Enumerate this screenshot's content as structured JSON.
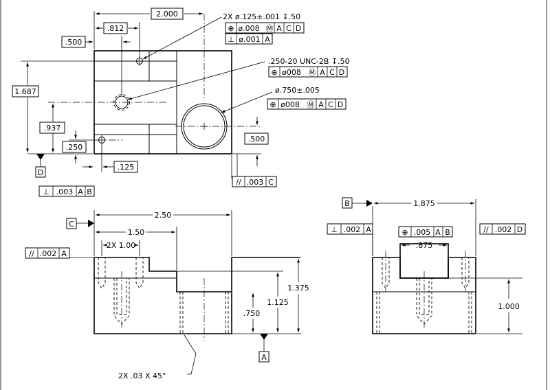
{
  "dims": {
    "top_2000": "2.000",
    "top_812": ".812",
    "top_500": ".500",
    "top_1687": "1.687",
    "top_937": ".937",
    "top_250": ".250",
    "top_125": ".125",
    "top_500b": ".500",
    "front_250": "2.50",
    "front_150": "1.50",
    "front_2x100": "2X 1.00",
    "front_1375": "1.375",
    "front_1125": "1.125",
    "front_750": ".750",
    "side_1875": "1.875",
    "side_875": ".875",
    "side_1000": "1.000"
  },
  "notes": {
    "hole1": "2X ø.125±.001 ↧.50",
    "thread": ".250-20 UNC-2B ↧.50",
    "bore": "ø.750±.005",
    "chamfer": "2X .03 X 45°"
  },
  "symbols": {
    "position": "⊕",
    "perpendicular": "⊥",
    "parallel": "//",
    "dia_008": "ø.008",
    "dia_008b": "ø008",
    "dia_001": "ø.001",
    "mmc": "Ⓜ"
  },
  "fcf": {
    "a": "A",
    "b": "B",
    "c": "C",
    "d": "D",
    "t003": ".003",
    "t002": ".002",
    "t005": ".005"
  },
  "datums": {
    "a": "A",
    "b": "B",
    "c": "C",
    "d": "D"
  }
}
